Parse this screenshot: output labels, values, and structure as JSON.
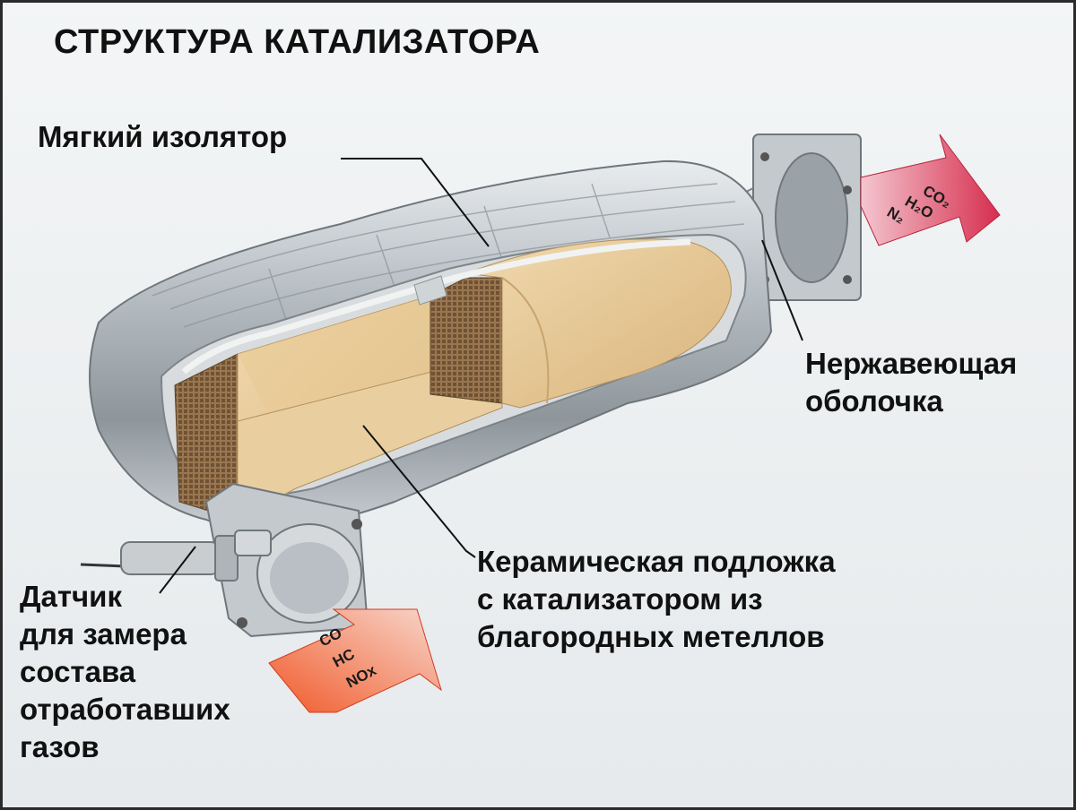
{
  "title": "СТРУКТУРА КАТАЛИЗАТОРА",
  "labels": {
    "insulator": "Мягкий изолятор",
    "shell": [
      "Нержавеющая",
      "оболочка"
    ],
    "ceramic": [
      "Керамическая подложка",
      "с катализатором из",
      "благородных метеллов"
    ],
    "sensor": [
      "Датчик",
      "для замера",
      "состава",
      "отработавших",
      "газов"
    ]
  },
  "gases": {
    "inlet": [
      "CO",
      "HC",
      "NOx"
    ],
    "outlet": [
      "CO₂",
      "H₂O",
      "N₂"
    ]
  },
  "colors": {
    "inlet_arrow": "#e8442a",
    "outlet_arrow": "#d8324f",
    "shell": "#b9bfc4",
    "ceramic": "#e2c28f",
    "text": "#111111"
  }
}
